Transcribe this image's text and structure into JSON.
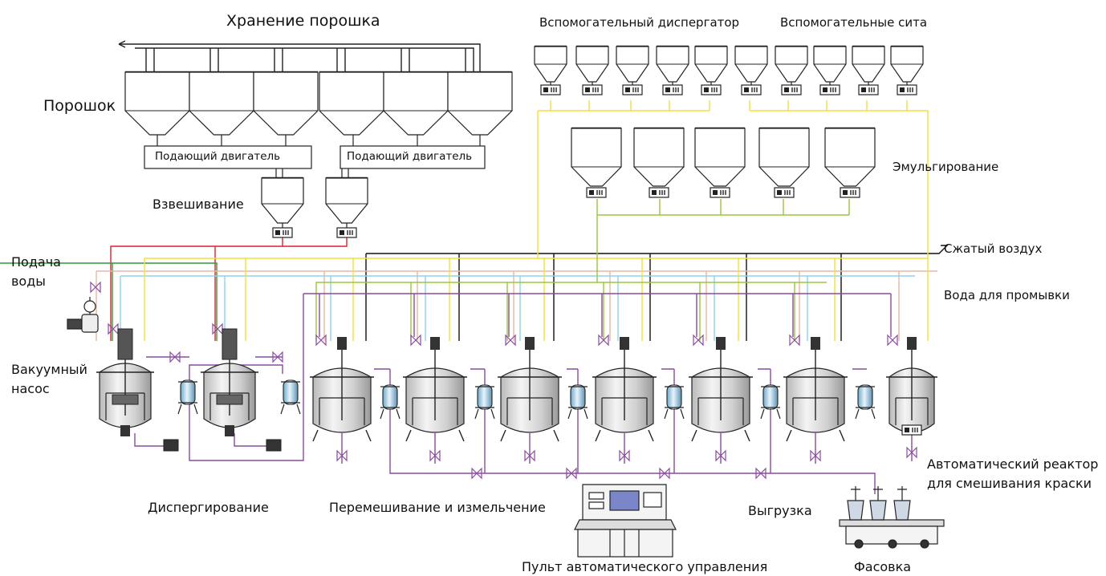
{
  "labels": {
    "powder_storage": "Хранение порошка",
    "powder": "Порошок",
    "feed_motor_left": "Подающий двигатель",
    "feed_motor_right": "Подающий двигатель",
    "weighing": "Взвешивание",
    "aux_disperser": "Вспомогательный диспергатор",
    "aux_sieves": "Вспомогательные сита",
    "emulsification": "Эмульгирование",
    "compressed_air": "Сжатый воздух",
    "wash_water": "Вода для промывки",
    "water_supply_line1": "Подача",
    "water_supply_line2": "воды",
    "vacuum_pump_line1": "Вакуумный",
    "vacuum_pump_line2": "насос",
    "dispersing": "Диспергирование",
    "mixing_grinding": "Перемешивание и измельчение",
    "unloading": "Выгрузка",
    "auto_reactor_line1": "Автоматический реактор",
    "auto_reactor_line2": "для смешивания краски",
    "control_panel": "Пульт автоматического управления",
    "packaging": "Фасовка"
  },
  "colors": {
    "equipment_outline": "#222222",
    "powder_feed": "#d9232d",
    "water_feed": "#2e9b3a",
    "compressed_air": "#111111",
    "wash_water": "#e7b6a6",
    "cyan_line": "#8fd3e8",
    "yellow_line": "#f2e23a",
    "olive_line": "#9bc53d",
    "purple_line": "#8c4a9e"
  }
}
